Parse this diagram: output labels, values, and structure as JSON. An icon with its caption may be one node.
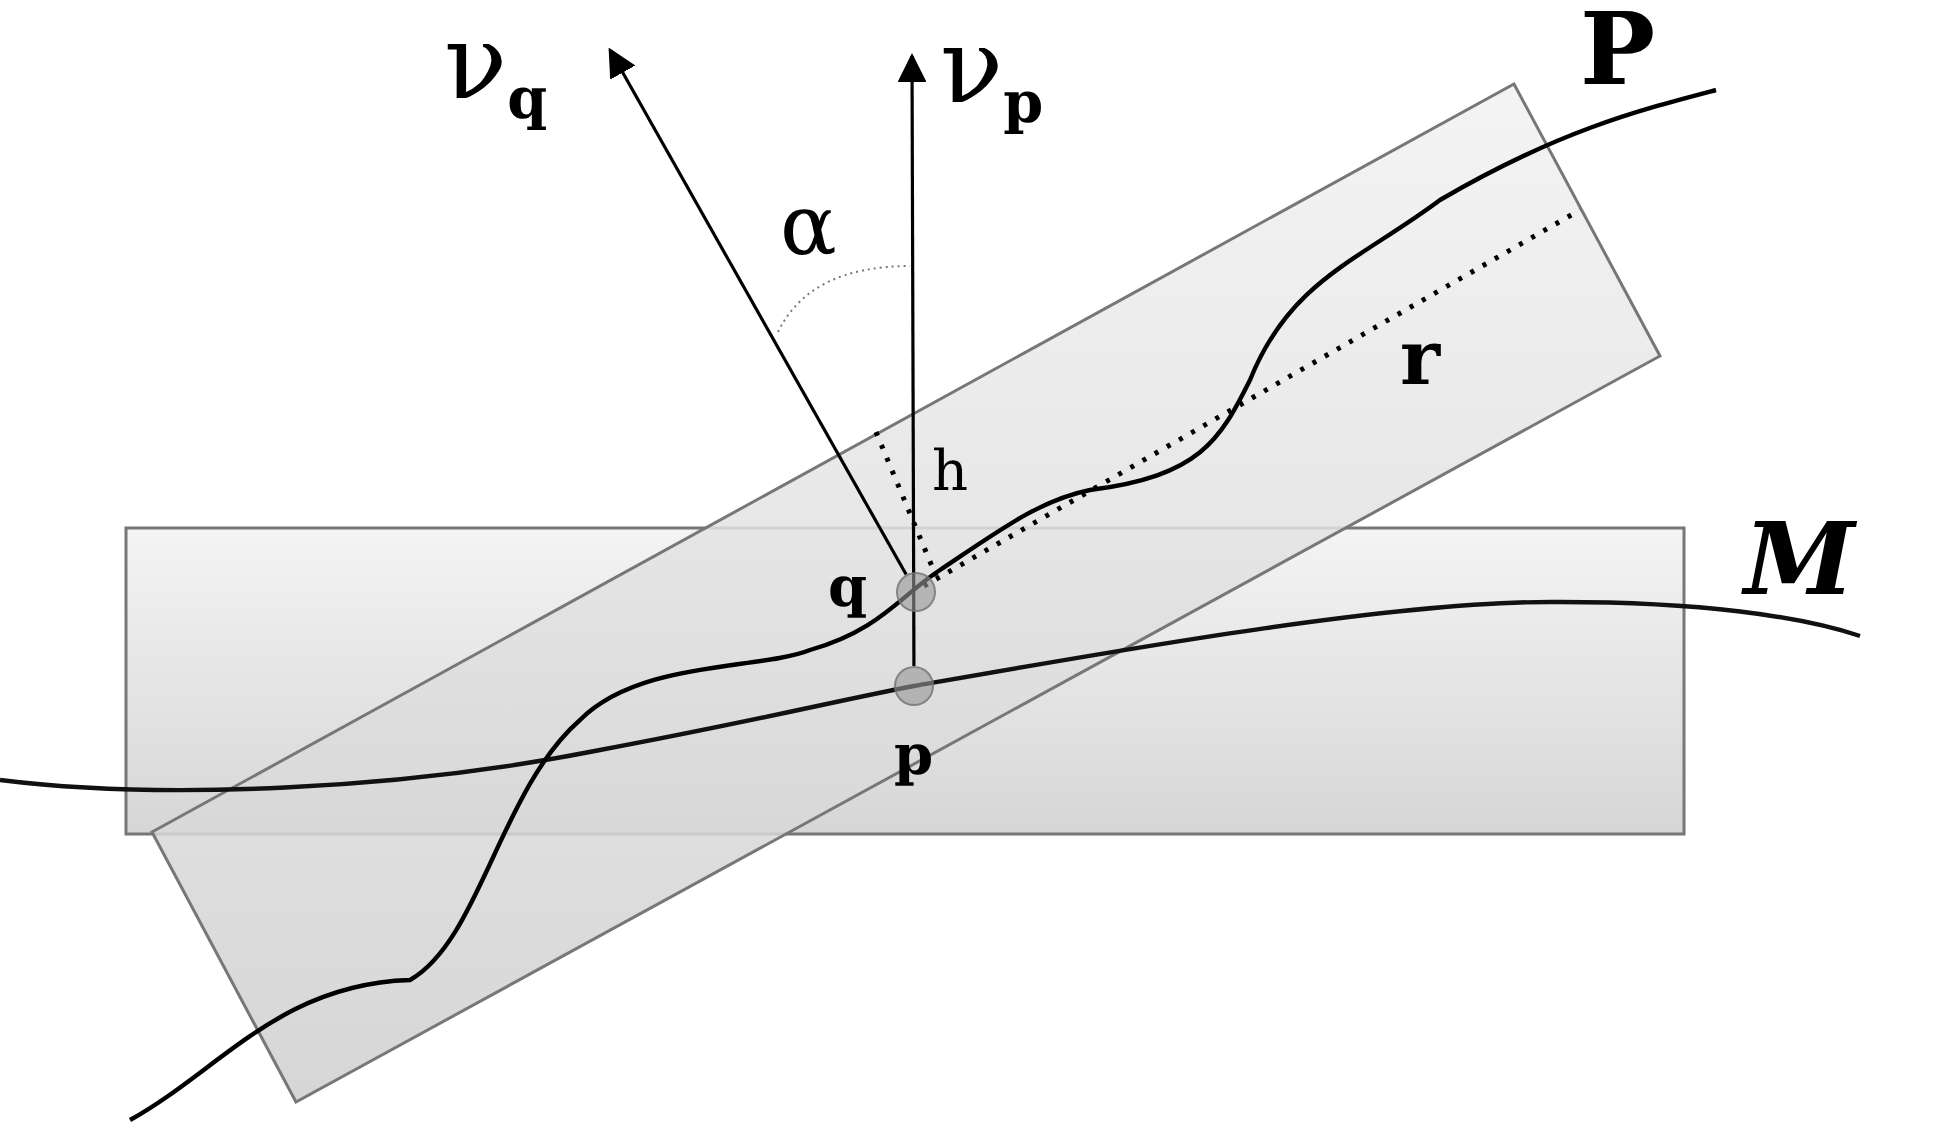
{
  "diagram": {
    "nodes": [
      {
        "text": [],
        "shape": "circle",
        "beside": [
          "q"
        ]
      },
      {
        "text": [],
        "shape": "circle",
        "beside": [
          "p"
        ]
      }
    ],
    "edges": [
      {
        "from": 0,
        "to": null,
        "arrow": "to",
        "label": "ν$_{q}$"
      },
      {
        "from": 1,
        "to": null,
        "arrow": "to",
        "label": "ν$_{p}$"
      }
    ],
    "labels": [
      "P",
      "α",
      "h",
      "r",
      "M"
    ]
  }
}
